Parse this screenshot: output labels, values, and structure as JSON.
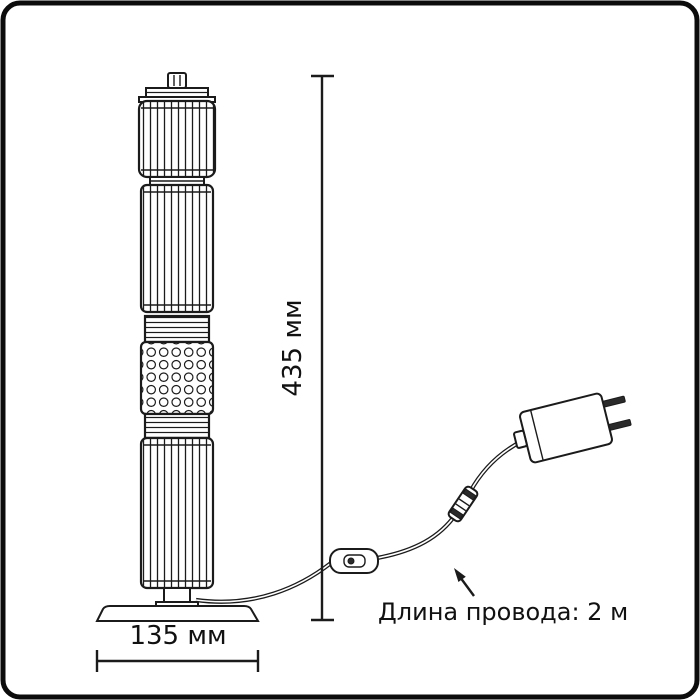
{
  "diagram": {
    "type": "lamp-technical-drawing",
    "labels": {
      "height_dimension": "435 мм",
      "width_dimension": "135 мм",
      "cable_note": "Длина провода: 2 м"
    },
    "colors": {
      "ink": "#1b1b1b",
      "background": "#ffffff"
    }
  }
}
